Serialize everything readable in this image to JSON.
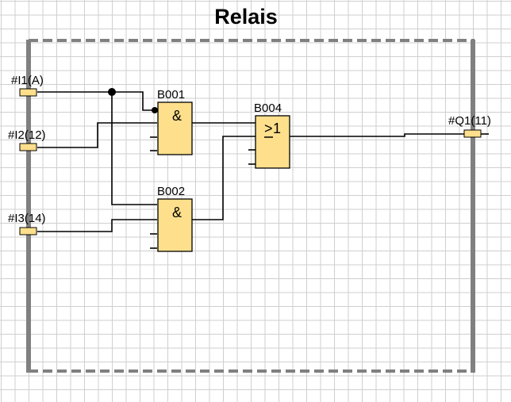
{
  "title": "Relais",
  "colors": {
    "block_fill": "#fddf8c",
    "frame": "#808080",
    "wire": "#000000",
    "grid": "#cfcfcf"
  },
  "inputs": [
    {
      "id": "I1",
      "label": "#I1(A)"
    },
    {
      "id": "I2",
      "label": "#I2(12)"
    },
    {
      "id": "I3",
      "label": "#I3(14)"
    }
  ],
  "outputs": [
    {
      "id": "Q1",
      "label": "#Q1(11)"
    }
  ],
  "blocks": [
    {
      "id": "B001",
      "label": "B001",
      "type": "AND",
      "symbol": "&"
    },
    {
      "id": "B002",
      "label": "B002",
      "type": "AND",
      "symbol": "&"
    },
    {
      "id": "B004",
      "label": "B004",
      "type": "OR",
      "symbol": "≥1",
      "symbol_main": "1",
      "symbol_prefix": ">"
    }
  ],
  "connections": [
    {
      "from": "I1",
      "to": "B001.in1",
      "negated": true
    },
    {
      "from": "I1",
      "to": "B002.in1"
    },
    {
      "from": "I2",
      "to": "B004.in1_via_B001_row"
    },
    {
      "from": "B001.out",
      "to": "B004.in1"
    },
    {
      "from": "I3",
      "to": "B002.in2"
    },
    {
      "from": "B002.out",
      "to": "B004.in2"
    },
    {
      "from": "B004.out",
      "to": "Q1"
    }
  ]
}
